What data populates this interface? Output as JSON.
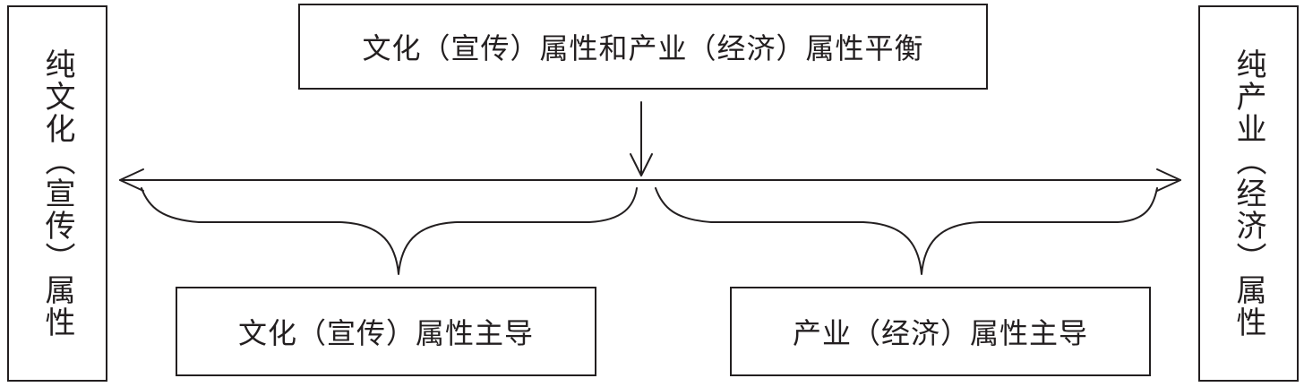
{
  "top_box": {
    "label": "文化（宣传）属性和产业（经济）属性平衡"
  },
  "left_box": {
    "label": "纯文化（宣传）属性"
  },
  "right_box": {
    "label": "纯产业（经济）属性"
  },
  "bottom_left_box": {
    "label": "文化（宣传）属性主导"
  },
  "bottom_right_box": {
    "label": "产业（经济）属性主导"
  }
}
